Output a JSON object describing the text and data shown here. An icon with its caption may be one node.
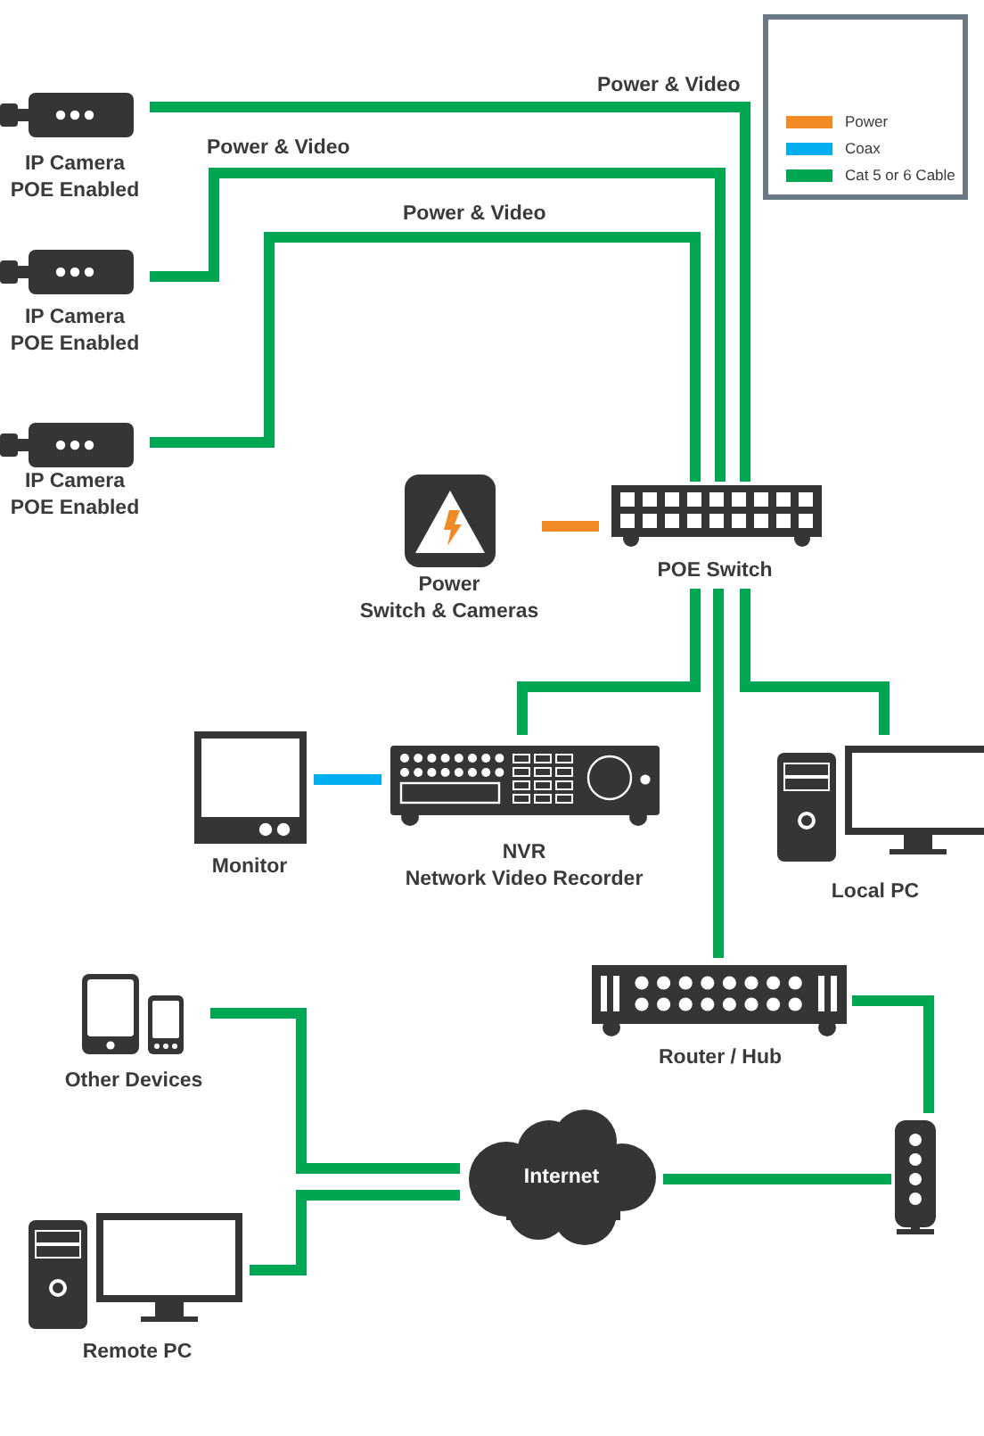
{
  "diagram": {
    "nodes": [
      {
        "text": [
          "IP Camera",
          "POE Enabled"
        ]
      },
      {
        "text": [
          "IP Camera",
          "POE Enabled"
        ]
      },
      {
        "text": [
          "IP Camera",
          "POE Enabled"
        ]
      },
      {
        "text": [
          "Power",
          "Switch & Cameras"
        ]
      },
      {
        "text": [
          "POE Switch"
        ]
      },
      {
        "text": [
          "Monitor"
        ]
      },
      {
        "text": [
          "NVR",
          "Network Video Recorder"
        ]
      },
      {
        "text": [
          "Local PC"
        ]
      },
      {
        "text": [
          "Router / Hub"
        ]
      },
      {
        "text": [
          "Other Devices"
        ]
      },
      {
        "text": [
          "Internet"
        ]
      },
      {
        "text": [],
        "shape": "picture"
      },
      {
        "text": [
          "Remote PC"
        ]
      }
    ],
    "edges": [
      {
        "from": 0,
        "to": 4,
        "arrow": "none",
        "label": "Power & Video"
      },
      {
        "from": 1,
        "to": 4,
        "arrow": "none",
        "label": "Power & Video"
      },
      {
        "from": 2,
        "to": 4,
        "arrow": "none",
        "label": "Power & Video"
      },
      {
        "from": 3,
        "to": 4,
        "arrow": "none",
        "color": "#f08a24"
      },
      {
        "from": 4,
        "to": 6,
        "arrow": "none"
      },
      {
        "from": 4,
        "to": 8,
        "arrow": "none"
      },
      {
        "from": 4,
        "to": 7,
        "arrow": "none"
      },
      {
        "from": 5,
        "to": 6,
        "arrow": "none",
        "color": "#00aeef"
      },
      {
        "from": 8,
        "to": 11,
        "arrow": "none"
      },
      {
        "from": 10,
        "to": 11,
        "arrow": "none"
      },
      {
        "from": 9,
        "to": 10,
        "arrow": "none"
      },
      {
        "from": 12,
        "to": 10,
        "arrow": "none"
      }
    ],
    "legend": [
      {
        "text": "Power",
        "color": "#f08a24"
      },
      {
        "text": "Coax",
        "color": "#00aeef"
      },
      {
        "text": "Cat 5 or 6 Cable",
        "color": "#00a651"
      }
    ]
  }
}
